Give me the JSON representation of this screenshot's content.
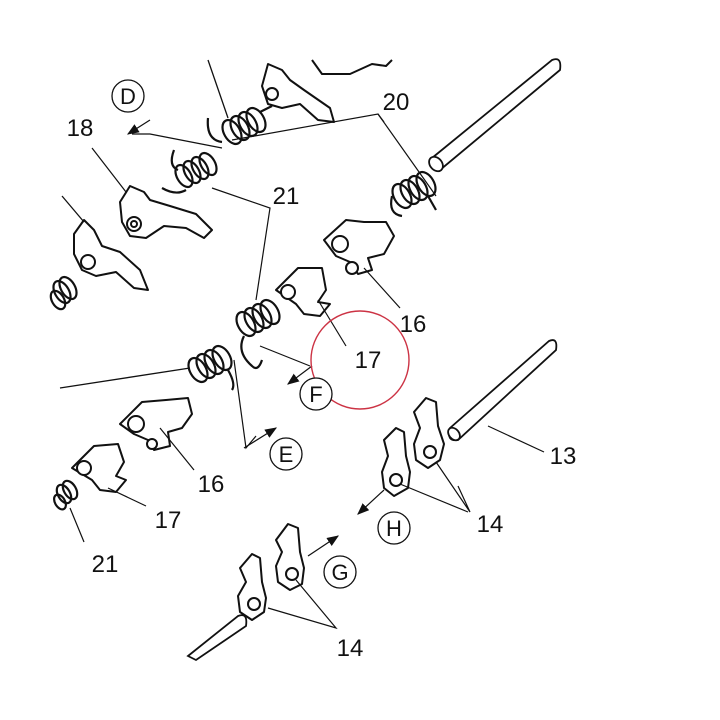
{
  "figure": {
    "part_labels": {
      "p18": "18",
      "p20": "20",
      "p21_top": "21",
      "p21_bottom": "21",
      "p16_right": "16",
      "p16_left": "16",
      "p17_circled": "17",
      "p17_left": "17",
      "p13": "13",
      "p14_right": "14",
      "p14_bottom": "14"
    },
    "view_markers": {
      "D": "D",
      "E": "E",
      "F": "F",
      "G": "G",
      "H": "H"
    },
    "highlight_color": "#cc3344",
    "line_color": "#111111"
  }
}
